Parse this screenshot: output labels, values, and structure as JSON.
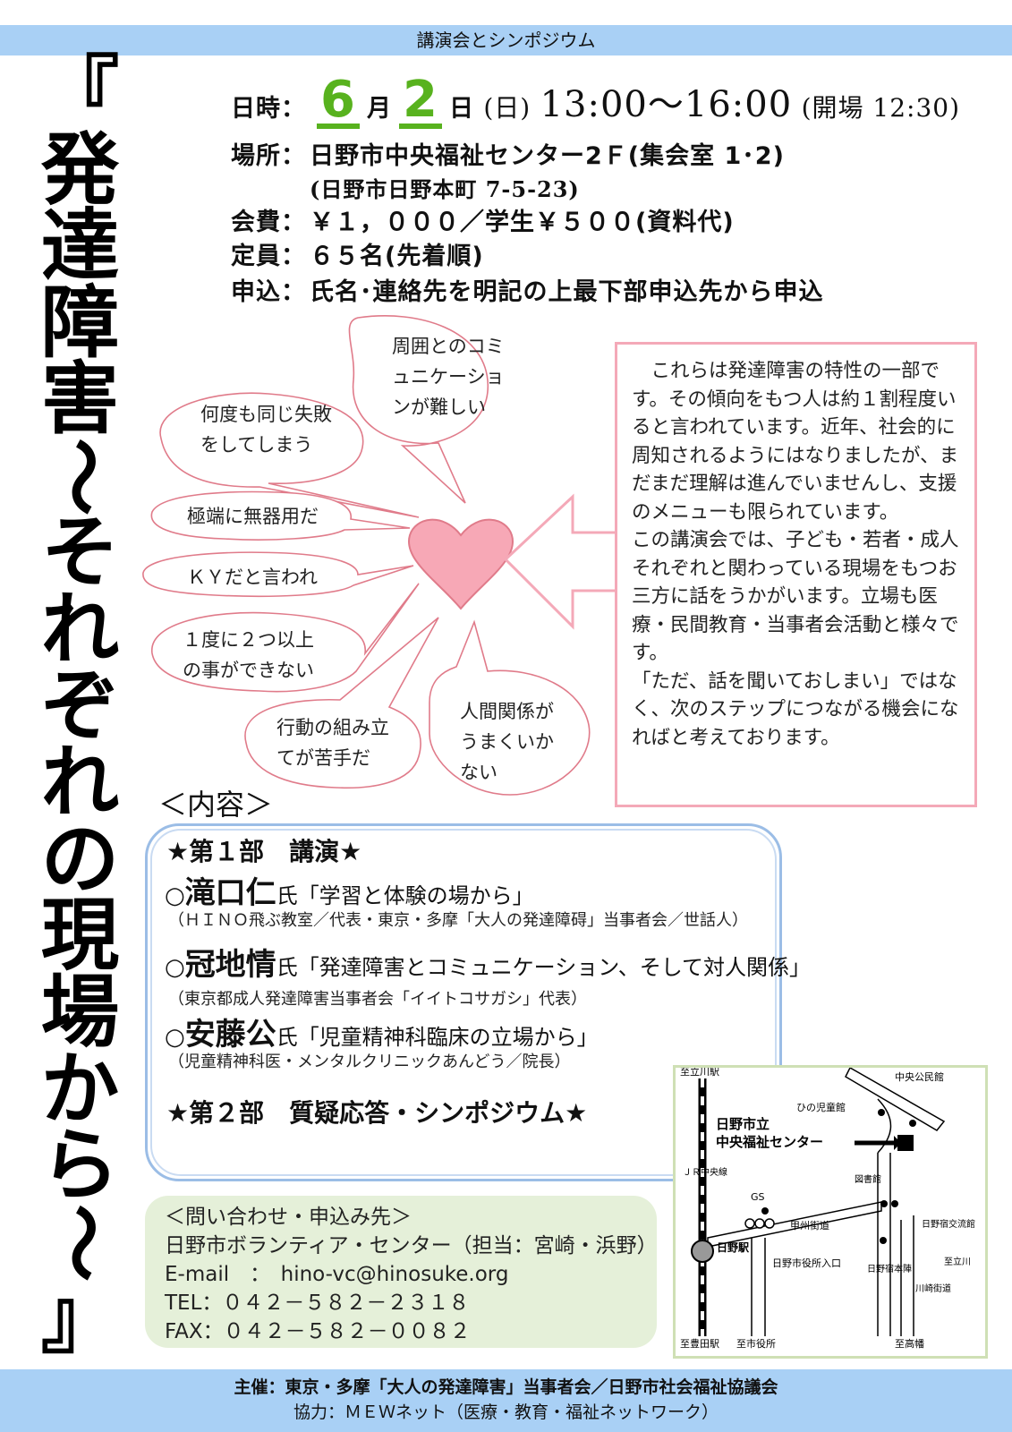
{
  "header": {
    "category": "講演会とシンポジウム"
  },
  "title_chars": [
    "『",
    "発",
    "達",
    "障",
    "害",
    "～",
    "そ",
    "れ",
    "ぞ",
    "れ",
    "の",
    "現",
    "場",
    "か",
    "ら",
    "～",
    "』"
  ],
  "event": {
    "date_label": "日時：",
    "month": "6",
    "month_unit": "月",
    "day": "2",
    "day_unit": "日",
    "weekday": "(日)",
    "time": "13:00～16:00",
    "open_time": "(開場 12:30)",
    "place_label": "場所：",
    "place": "日野市中央福祉センター2Ｆ(集会室 1･2)",
    "address": "(日野市日野本町 7-5-23)",
    "fee_label": "会費：",
    "fee": "￥１，０００／学生￥５００(資料代)",
    "capacity_label": "定員：",
    "capacity": "６５名(先着順)",
    "apply_label": "申込：",
    "apply": "氏名･連絡先を明記の上最下部申込先から申込"
  },
  "bubbles": {
    "b1": [
      "周囲とのコミ",
      "ュニケーショ",
      "ンが難しい"
    ],
    "b2": [
      "何度も同じ失敗",
      "をしてしまう"
    ],
    "b3": [
      "極端に無器用だ"
    ],
    "b4": [
      "ＫＹだと言われ"
    ],
    "b5": [
      "１度に２つ以上",
      "の事ができない"
    ],
    "b6": [
      "行動の組み立",
      "てが苦手だ"
    ],
    "b7": [
      "人間関係が",
      "うまくいか",
      "ない"
    ]
  },
  "note": [
    "　これらは発達障害の特性の一部です。その傾向をもつ人は約１割程度いると言われています。近年、社会的に周知されるようにはなりましたが、まだまだ理解は進んでいませんし、支援のメニューも限られています。",
    "この講演会では、子ども・若者・成人それぞれと関わっている現場をもつお三方に話をうかがいます。立場も医療・民間教育・当事者会活動と様々です。",
    "「ただ、話を聞いておしまい」ではなく、次のステップにつながる機会になればと考えております。"
  ],
  "program": {
    "heading": "＜内容＞",
    "part1": "★第１部　講演★",
    "speakers": [
      {
        "prefix": "○",
        "name": "滝口仁",
        "suffix": "氏",
        "topic": "「学習と体験の場から」",
        "affiliation": "（ＨＩＮＯ飛ぶ教室／代表・東京・多摩「大人の発達障碍」当事者会／世話人）"
      },
      {
        "prefix": "○",
        "name": "冠地情",
        "suffix": "氏",
        "topic": "「発達障害とコミュニケーション、そして対人関係」",
        "affiliation": "（東京都成人発達障害当事者会「イイトコサガシ」代表）"
      },
      {
        "prefix": "○",
        "name": "安藤公",
        "suffix": "氏",
        "topic": "「児童精神科臨床の立場から」",
        "affiliation": "（児童精神科医・メンタルクリニックあんどう／院長）"
      }
    ],
    "part2": "★第２部　質疑応答・シンポジウム★"
  },
  "contact": {
    "heading": "＜問い合わせ・申込み先＞",
    "org": "日野市ボランティア・センター（担当：宮崎・浜野）",
    "email": "E-mail　：　hino-vc@hinosuke.org",
    "tel": "TEL：０４２－５８２－２３１８",
    "fax": "FAX：０４２－５８２－００８２"
  },
  "map": {
    "tachikawa_station": "至立川駅",
    "jr_line": "ＪＲ中央線",
    "hino_station": "日野駅",
    "toyoda_station": "至豊田駅",
    "city_hall_dir": "至市役所",
    "city_hall_entrance": "日野市役所入口",
    "koshu_kaido": "甲州街道",
    "gs": "GS",
    "center_name_1": "日野市立",
    "center_name_2": "中央福祉センター",
    "chuo_kominkan": "中央公民館",
    "hino_jidokan": "ひの児童館",
    "library": "図書館",
    "kouryukan": "日野宿交流館",
    "honjin": "日野宿本陣",
    "kawasaki_kaido": "川崎街道",
    "tachikawa_dir": "至立川",
    "takahata_dir": "至高幡"
  },
  "footer": {
    "organizer": "主催：東京・多摩「大人の発達障害」当事者会／日野市社会福祉協議会",
    "cooperation": "協力：ＭＥＷネット（医療・教育・福祉ネットワーク）"
  }
}
